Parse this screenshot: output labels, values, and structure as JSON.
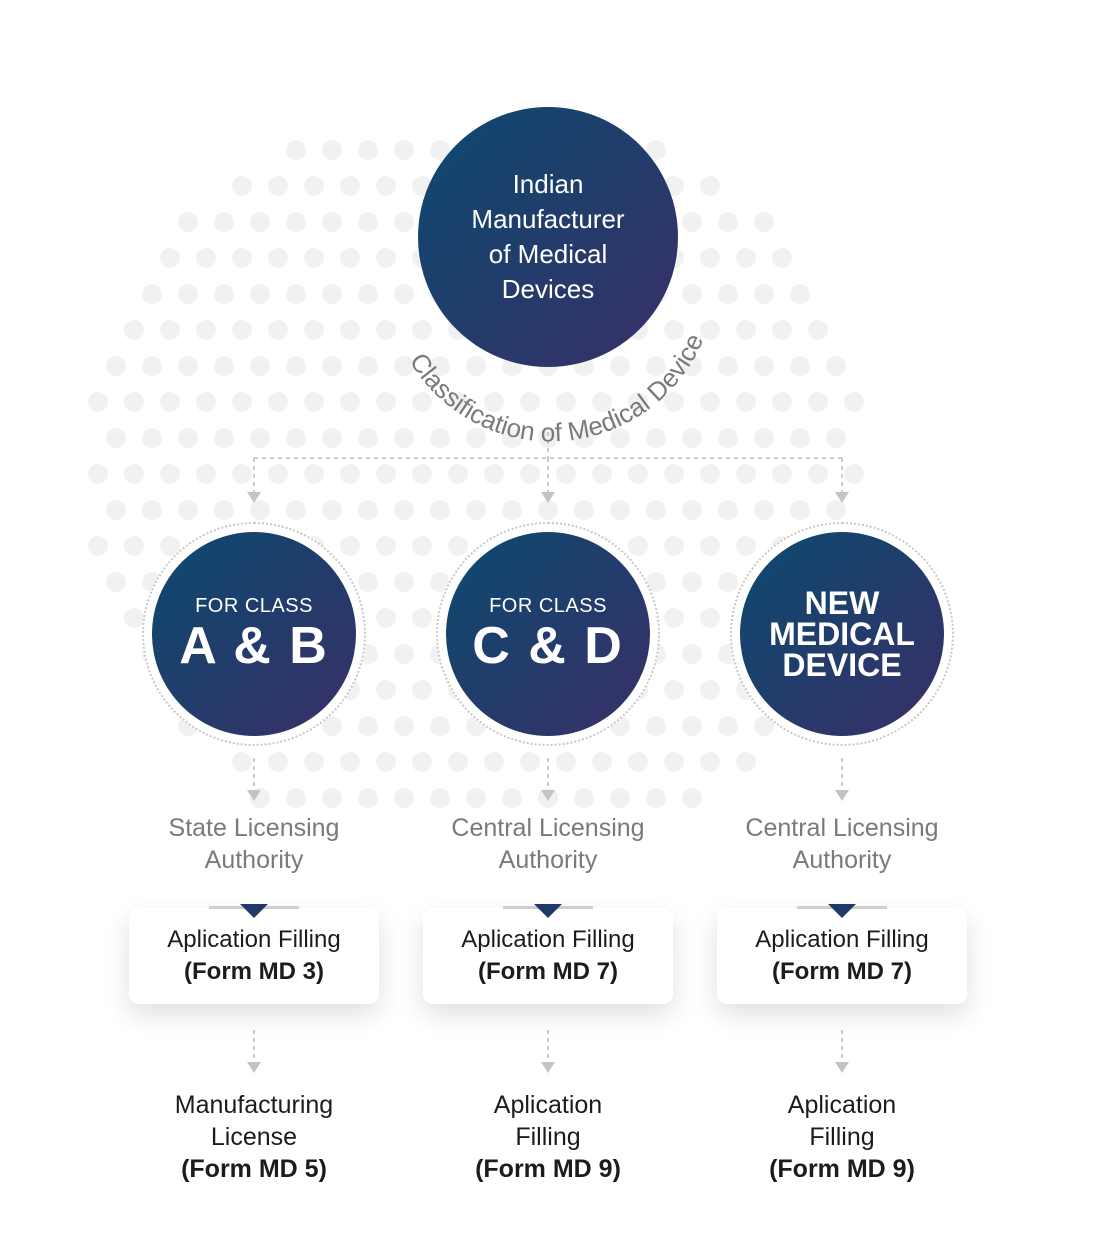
{
  "root": {
    "title": "Indian Manufacturer of Medical Devices",
    "lines": [
      "Indian",
      "Manufacturer",
      "of Medical",
      "Devices"
    ],
    "arc_label": "Classification of Medical Device"
  },
  "branches": [
    {
      "circle_small": "FOR CLASS",
      "circle_big": "A & B",
      "authority": [
        "State Licensing",
        "Authority"
      ],
      "card_line1": "Aplication Filling",
      "card_line2": "(Form MD 3)",
      "final_lines": [
        "Manufacturing",
        "License"
      ],
      "final_form": "(Form MD 5)"
    },
    {
      "circle_small": "FOR CLASS",
      "circle_big": "C & D",
      "authority": [
        "Central Licensing",
        "Authority"
      ],
      "card_line1": "Aplication Filling",
      "card_line2": "(Form MD 7)",
      "final_lines": [
        "Aplication",
        "Filling"
      ],
      "final_form": "(Form MD 9)"
    },
    {
      "circle_lines": [
        "NEW",
        "MEDICAL",
        "DEVICE"
      ],
      "authority": [
        "Central Licensing",
        "Authority"
      ],
      "card_line1": "Aplication Filling",
      "card_line2": "(Form MD 7)",
      "final_lines": [
        "Aplication",
        "Filling"
      ],
      "final_form": "(Form MD 9)"
    }
  ],
  "colors": {
    "circle_start": "#0b4a6f",
    "circle_end": "#3a2f66",
    "connector": "#bdbdbd",
    "marker": "#1f3a66",
    "muted_text": "#7a7a7a"
  }
}
